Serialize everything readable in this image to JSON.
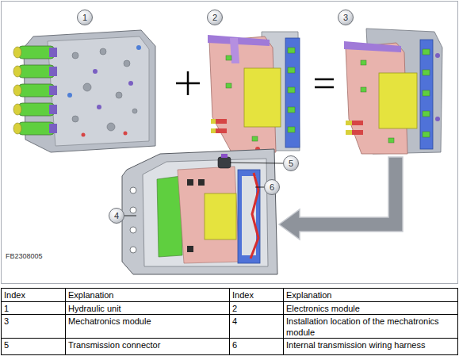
{
  "diagram": {
    "labels": [
      "1",
      "2",
      "3",
      "5",
      "6",
      "4",
      "FB2308005",
      "Index",
      "Explanation",
      "Index",
      "Explanation",
      "1",
      "Hydraulic unit",
      "2",
      "Electronics module",
      "3",
      "Mechatronics module",
      "4",
      "Installation location of the mechatronics module",
      "5",
      "Transmission connector",
      "6",
      "Internal transmission wiring harness"
    ]
  }
}
